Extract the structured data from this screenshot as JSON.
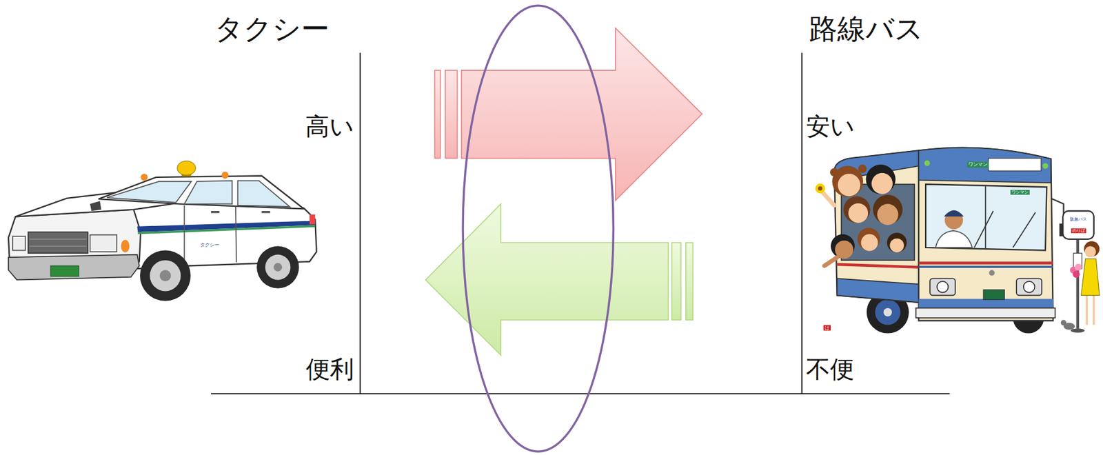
{
  "diagram": {
    "labels": [
      "タクシー",
      "路線バス",
      "高い",
      "安い",
      "便利",
      "不便",
      "タクシー",
      "ワンマン",
      "ワンマン",
      "阪急バス",
      "のりば",
      "は"
    ]
  }
}
